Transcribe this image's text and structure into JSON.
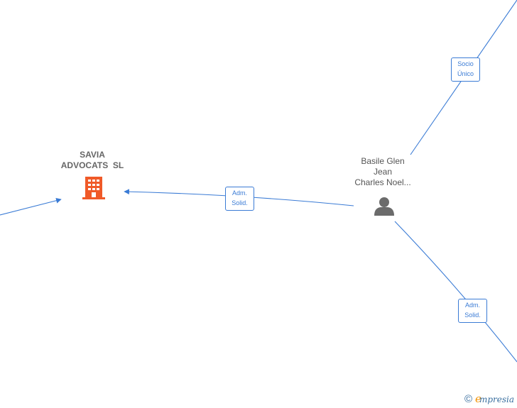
{
  "nodes": {
    "company": {
      "name_line1": "SAVIA",
      "name_line2": "ADVOCATS  SL",
      "icon": "building-icon",
      "color": "#f05a28"
    },
    "person": {
      "name_line1": "Basile Glen",
      "name_line2": "Jean",
      "name_line3": "Charles Noel...",
      "icon": "person-icon",
      "color": "#6b6b6b"
    }
  },
  "edges": [
    {
      "from": "person",
      "to": "company",
      "label_line1": "Adm.",
      "label_line2": "Solid."
    },
    {
      "from": "person",
      "to": "offscreen-top-right",
      "label_line1": "Socio",
      "label_line2": "Único"
    },
    {
      "from": "person",
      "to": "offscreen-bottom-right",
      "label_line1": "Adm.",
      "label_line2": "Solid."
    },
    {
      "from": "offscreen-left",
      "to": "company"
    }
  ],
  "colors": {
    "edge": "#3a7bd5",
    "text": "#555555"
  },
  "watermark": {
    "copyright": "©",
    "brand_initial": "e",
    "brand_rest": "mpresia"
  }
}
